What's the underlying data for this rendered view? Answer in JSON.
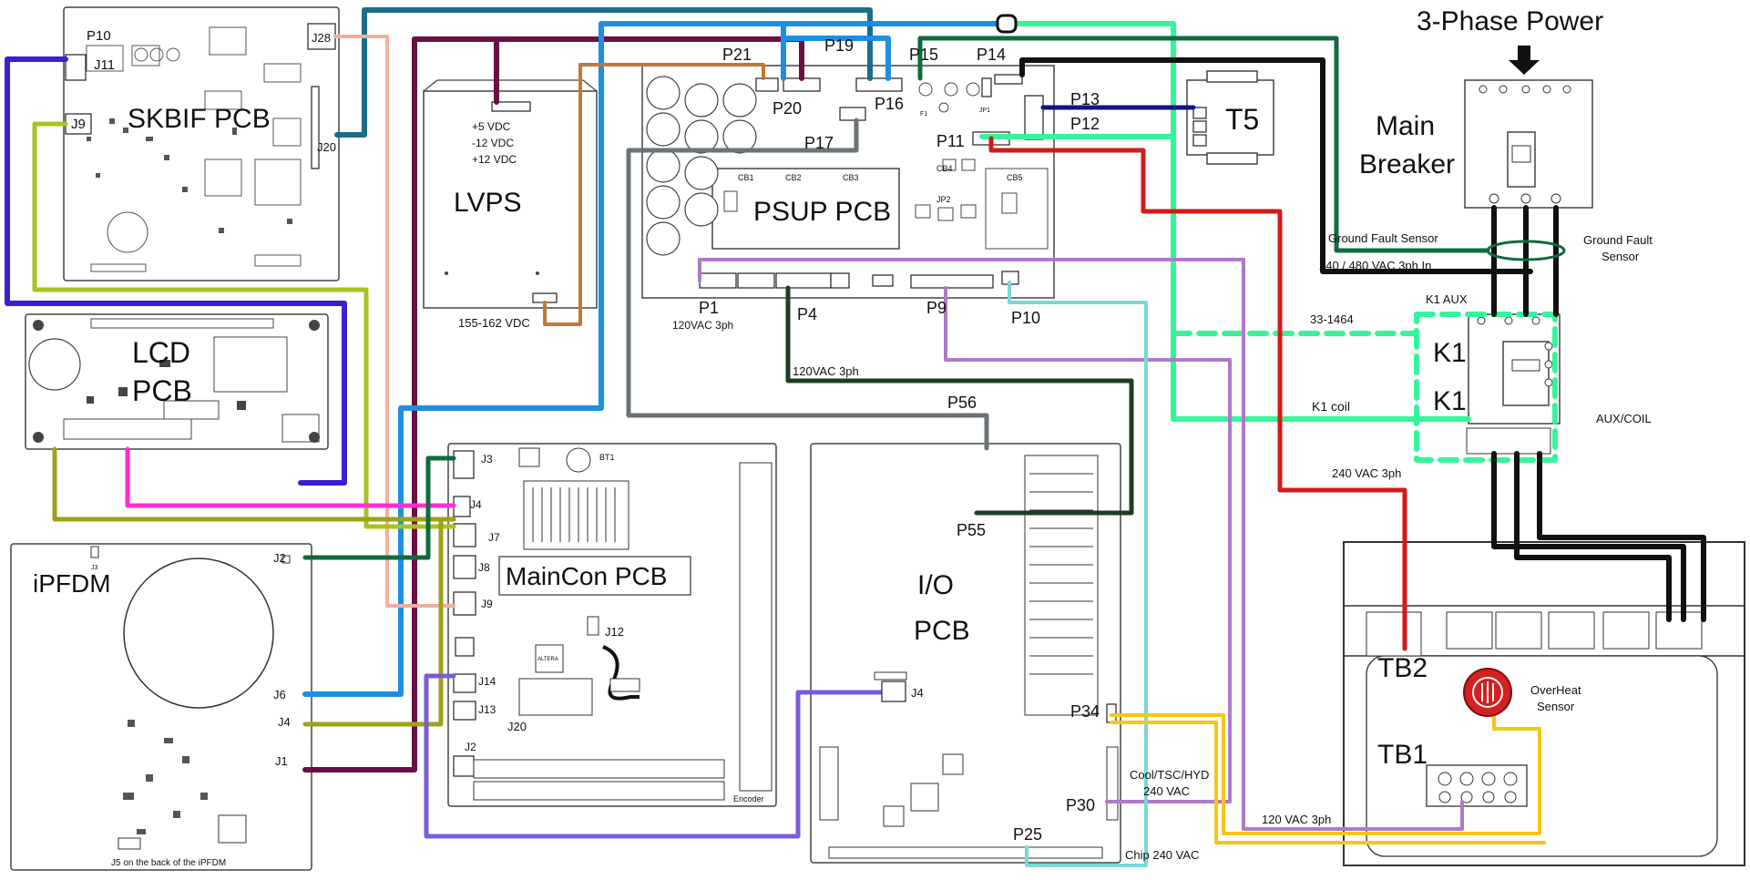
{
  "boards": {
    "skbif": "SKBIF PCB",
    "lvps": "LVPS",
    "psup": "PSUP PCB",
    "lcd_line1": "LCD",
    "lcd_line2": "PCB",
    "ipfdm": "iPFDM",
    "maincon": "MainCon PCB",
    "io_line1": "I/O",
    "io_line2": "PCB",
    "t5": "T5",
    "main_breaker_line1": "Main",
    "main_breaker_line2": "Breaker",
    "k1_top": "K1",
    "k1_bottom": "K1",
    "tb1": "TB1",
    "tb2": "TB2"
  },
  "title": "3-Phase Power",
  "lvps_voltages": [
    "+5 VDC",
    "-12 VDC",
    "+12 VDC"
  ],
  "connectors": {
    "skbif": [
      "P10",
      "J11",
      "J9",
      "J28",
      "J20"
    ],
    "psup": [
      "P21",
      "P19",
      "P15",
      "P14",
      "P20",
      "P16",
      "P17",
      "P13",
      "P12",
      "P11",
      "P1",
      "P4",
      "P9",
      "P10"
    ],
    "psup_cb": [
      "CB1",
      "CB2",
      "CB3",
      "CB4",
      "CB5",
      "JP2",
      "F1",
      "JP1"
    ],
    "ipfdm": [
      "J2",
      "J6",
      "J4",
      "J1",
      "J3"
    ],
    "maincon": [
      "J3",
      "J4",
      "J7",
      "J8",
      "J9",
      "J14",
      "J13",
      "J2",
      "J12",
      "J20",
      "BT1"
    ],
    "io": [
      "P56",
      "P55",
      "J4",
      "P34",
      "P30",
      "P25"
    ]
  },
  "labels": {
    "lvps_input": "155-162 VDC",
    "p1_voltage": "120VAC 3ph",
    "p4_wire": "120VAC 3ph",
    "ground_fault_wire": "Ground Fault Sensor",
    "ground_fault_sensor_line1": "Ground Fault",
    "ground_fault_sensor_line2": "Sensor",
    "input_3ph": "240 / 480 VAC 3ph In",
    "k1_aux": "K1 AUX",
    "part_number": "33-1464",
    "k1_coil": "K1 coil",
    "aux_coil": "AUX/COIL",
    "tb2_feed": "240 VAC 3ph",
    "overheat_line1": "OverHeat",
    "overheat_line2": "Sensor",
    "cool_line1": "Cool/TSC/HYD",
    "cool_line2": "240 VAC",
    "chip": "Chip  240 VAC",
    "p30_feed": "120 VAC 3ph",
    "ipfdm_note": "J5 on the back of the iPFDM",
    "encoder": "Encoder",
    "altera": "ALTERA"
  },
  "colors": {
    "dark_purple": "#6b0f45",
    "teal_dark": "#1a6e8c",
    "sky_blue": "#1e8fe0",
    "mint": "#35f59a",
    "black": "#111111",
    "dark_green": "#0f6b3e",
    "navy": "#14147a",
    "red": "#d11a1a",
    "orange_brown": "#c0783a",
    "salmon": "#f0b0a0",
    "olive": "#a1a016",
    "lime_olive": "#a9c320",
    "magenta": "#ff2fd0",
    "indigo": "#3a20d0",
    "lavender": "#b07ac8",
    "light_cyan": "#7ad8d8",
    "gray": "#6a7378",
    "forest": "#1d3d24",
    "gold": "#f5c518",
    "violet": "#7b5cd8",
    "overheat_red": "#d42020"
  },
  "icons": [
    "down-arrow-icon",
    "overheat-sensor-icon"
  ]
}
